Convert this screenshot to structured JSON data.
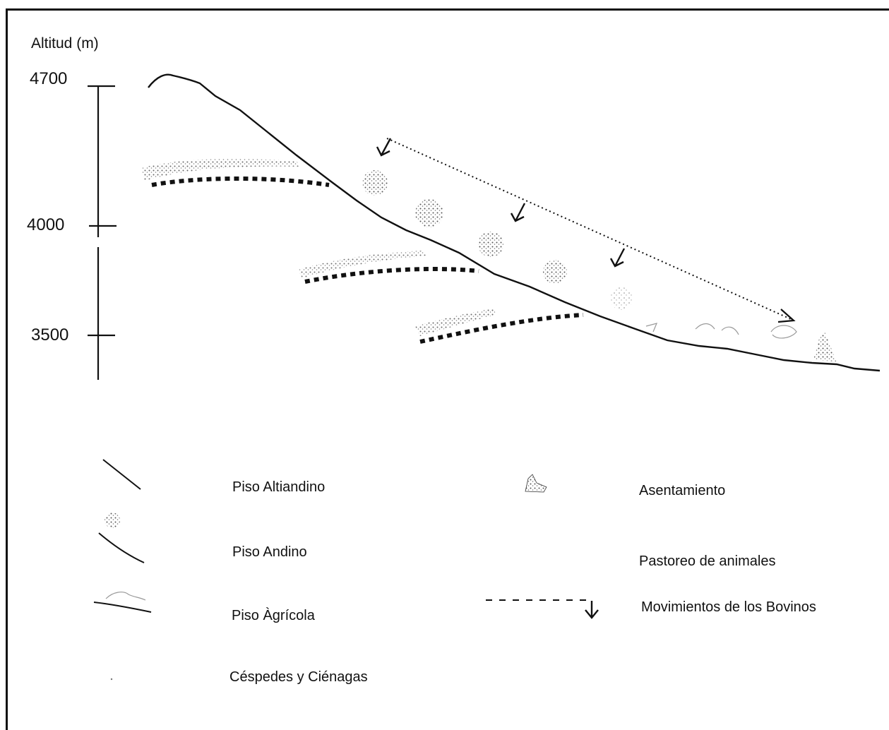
{
  "axis": {
    "title": "Altitud (m)",
    "ticks": [
      "4700",
      "4000",
      "3500"
    ]
  },
  "legend": {
    "piso_altiandino": "Piso Altiandino",
    "piso_andino": "Piso Andino",
    "piso_agricola": "Piso Àgrícola",
    "cespedes_cienagas": "Céspedes y Ciénagas",
    "asentamiento": "Asentamiento",
    "pastoreo": "Pastoreo de animales",
    "movimientos": "Movimientos de los Bovinos"
  },
  "colors": {
    "ink": "#111111",
    "stipple": "#555555",
    "background": "#ffffff"
  }
}
